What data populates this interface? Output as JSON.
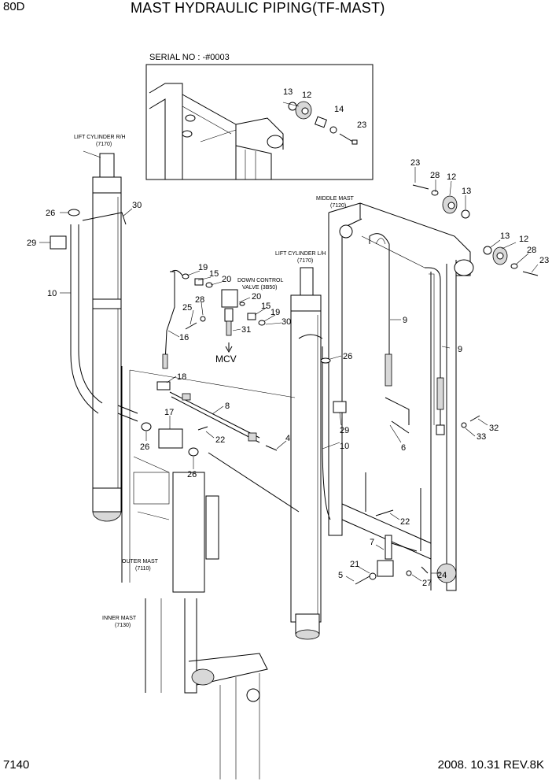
{
  "header": {
    "model": "80D",
    "title": "MAST HYDRAULIC PIPING(TF-MAST)"
  },
  "footer": {
    "page_number": "7140",
    "date_rev": "2008. 10.31  REV.8K"
  },
  "inset": {
    "serial": "SERIAL NO : -#0003",
    "numbers": [
      "13",
      "12",
      "14",
      "23"
    ]
  },
  "labels": {
    "lift_cyl_rh": "LIFT CYLINDER R/H",
    "lift_cyl_rh_code": "(7170)",
    "lift_cyl_lh": "LIFT CYLINDER L/H",
    "lift_cyl_lh_code": "(7170)",
    "middle_mast": "MIDDLE MAST",
    "middle_mast_code": "(7120)",
    "down_control_valve": "DOWN CONTROL",
    "down_control_valve2": "VALVE (3B50)",
    "outer_mast": "OUTER MAST",
    "outer_mast_code": "(7110)",
    "inner_mast": "INNER MAST",
    "inner_mast_code": "(7130)",
    "mcv": "MCV"
  },
  "callouts": {
    "n23a": "23",
    "n28a": "28",
    "n12a": "12",
    "n13a": "13",
    "n13b": "13",
    "n12b": "12",
    "n28b": "28",
    "n23b": "23",
    "n30a": "30",
    "n26a": "26",
    "n29a": "29",
    "n10a": "10",
    "n19a": "19",
    "n15a": "15",
    "n20a": "20",
    "n20b": "20",
    "n28c": "28",
    "n25": "25",
    "n15b": "15",
    "n19b": "19",
    "n30b": "30",
    "n31": "31",
    "n16": "16",
    "n9a": "9",
    "n9b": "9",
    "n26b": "26",
    "n18": "18",
    "n8": "8",
    "n17": "17",
    "n22a": "22",
    "n26c": "26",
    "n26d": "26",
    "n4": "4",
    "n29b": "29",
    "n10b": "10",
    "n6": "6",
    "n32": "32",
    "n33": "33",
    "n22b": "22",
    "n7": "7",
    "n21": "21",
    "n5": "5",
    "n24": "24",
    "n27": "27"
  }
}
